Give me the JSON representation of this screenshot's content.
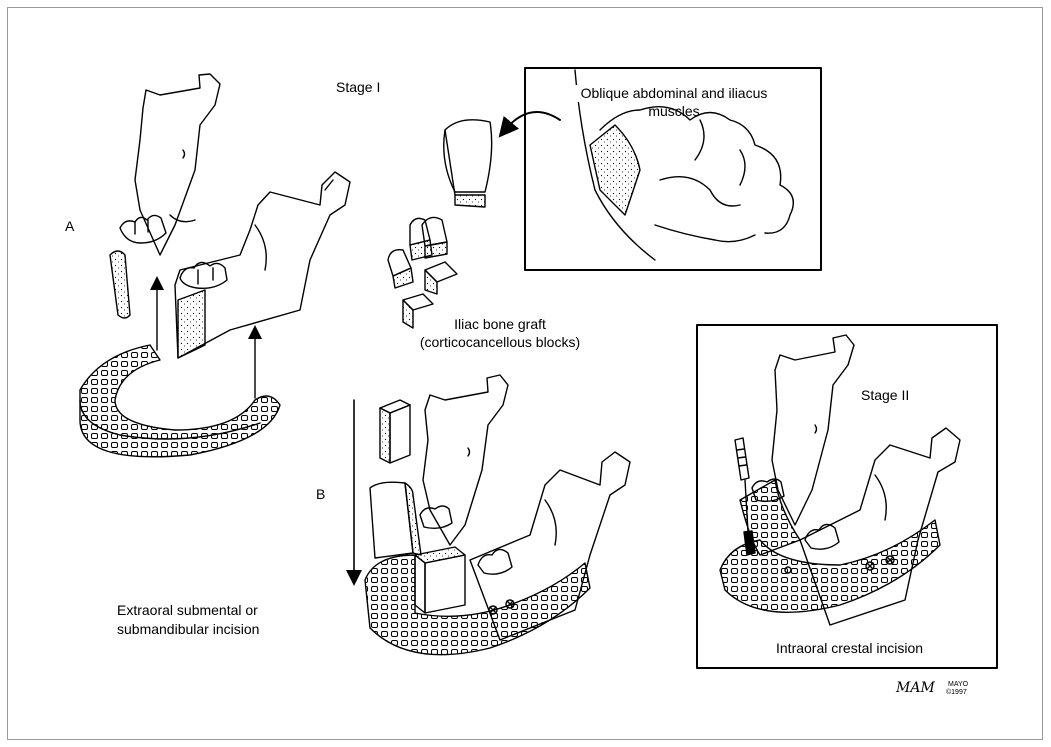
{
  "labels": {
    "stage1": "Stage I",
    "stage2": "Stage II",
    "a": "A",
    "b": "B",
    "muscles_line1": "Oblique abdominal and iliacus",
    "muscles_line2": "muscles",
    "graft_line1": "Iliac bone graft",
    "graft_line2": "(corticocancellous blocks)",
    "extraoral_line1": "Extraoral submental or",
    "extraoral_line2": "submandibular incision",
    "intraoral": "Intraoral crestal incision"
  },
  "signature": {
    "initials": "MAM",
    "mayo_line1": "MAYO",
    "mayo_line2": "©1997"
  },
  "colors": {
    "line": "#000000",
    "frame": "#9a9a9a",
    "background": "#ffffff"
  }
}
